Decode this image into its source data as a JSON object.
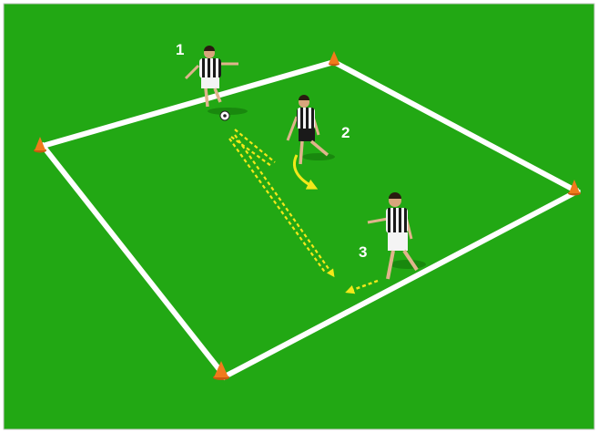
{
  "diagram": {
    "pitch_color": "#22a814",
    "line_color": "#ffffff",
    "cone_color": "#f07a1c",
    "pass_arrow_color": "#f2e81a",
    "run_arrow_color": "#f2e81a",
    "players": [
      {
        "number": "1",
        "kit": "black-white-stripes",
        "has_ball": true
      },
      {
        "number": "2",
        "kit": "black-white-stripes",
        "has_ball": false
      },
      {
        "number": "3",
        "kit": "black-white-stripes",
        "has_ball": false
      }
    ],
    "cones": [
      "cone",
      "cone",
      "cone",
      "cone"
    ],
    "arrows": [
      {
        "type": "pass",
        "from": "1",
        "to": "2"
      },
      {
        "type": "pass",
        "from": "1",
        "to": "3-area"
      },
      {
        "type": "run",
        "by": "2"
      },
      {
        "type": "run",
        "by": "3"
      }
    ]
  }
}
